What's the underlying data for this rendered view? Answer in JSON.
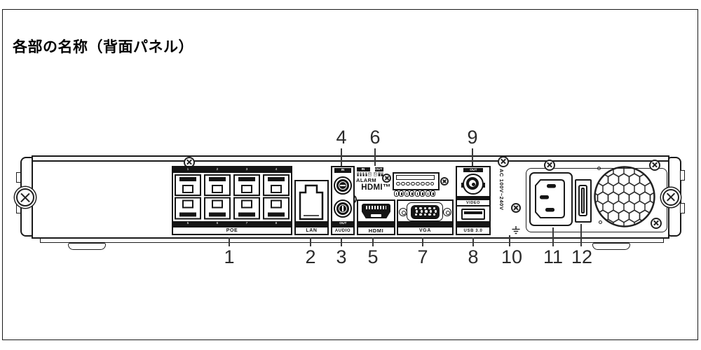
{
  "title": "各部の名称（背面パネル）",
  "device": {
    "poe": {
      "label": "POE",
      "ports_top": [
        "1",
        "2",
        "3",
        "4"
      ],
      "ports_bottom": [
        "5",
        "6",
        "7",
        "8"
      ]
    },
    "lan": {
      "label": "LAN"
    },
    "audio": {
      "label": "AUDIO",
      "in": "IN",
      "out": "OUT"
    },
    "alarm": {
      "label": "ALARM",
      "in": "IN",
      "out": "OUT",
      "cells": [
        "1",
        "2",
        "3",
        "4",
        "G",
        "G",
        "A",
        "B"
      ]
    },
    "hdmi": {
      "logo": "HDMI™",
      "label": "HDMI"
    },
    "vga": {
      "label": "VGA"
    },
    "video": {
      "label": "VIDEO",
      "out": "OUT"
    },
    "usb": {
      "label": "USB 3.0"
    },
    "power": {
      "ac_rating": "AC 100V~240V"
    }
  },
  "callouts": {
    "top": [
      "4",
      "6",
      "9"
    ],
    "bottom": [
      "1",
      "2",
      "3",
      "5",
      "7",
      "8",
      "10",
      "11",
      "12"
    ]
  },
  "colors": {
    "line": "#1a1a1a",
    "fill_dark": "#151515",
    "background": "#ffffff"
  }
}
